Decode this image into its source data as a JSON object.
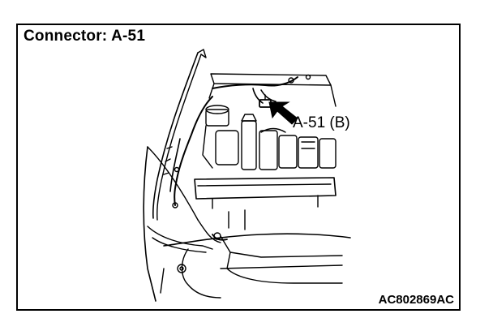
{
  "figure": {
    "title": "Connector: A-51",
    "callout_label": "A-51 (B)",
    "figure_code": "AC802869AC"
  },
  "illustration": {
    "subject_icon": "engine-bay-wiring-icon",
    "pointer_icon": "arrow-pointer-icon",
    "line_color": "#000000",
    "background_color": "#ffffff"
  }
}
